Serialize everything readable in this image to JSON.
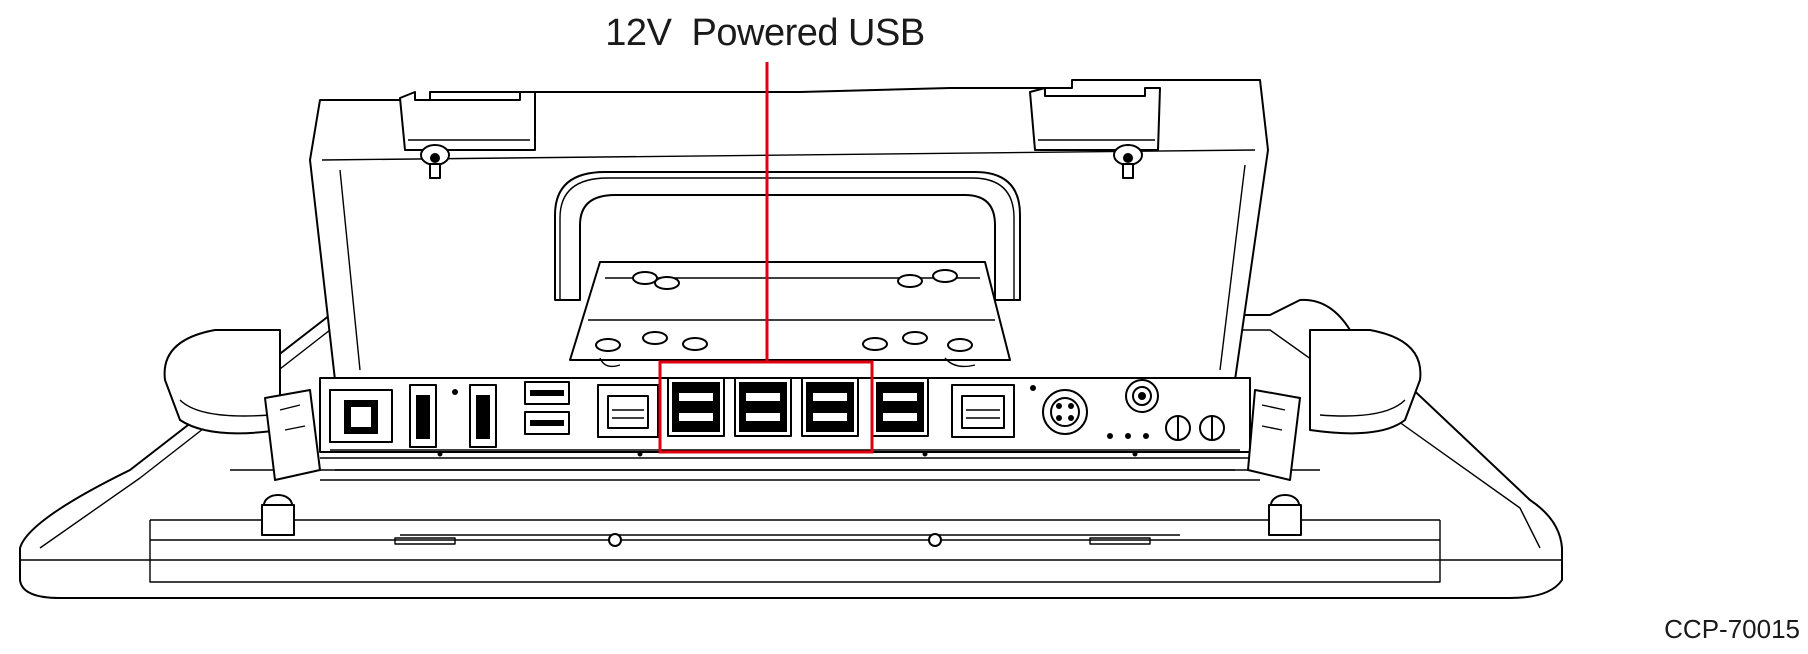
{
  "callout": {
    "label": "12V  Powered USB",
    "color": "#e0000f"
  },
  "figure": {
    "id": "CCP-70015"
  },
  "ports": {
    "powered_usb_highlighted": 3
  }
}
